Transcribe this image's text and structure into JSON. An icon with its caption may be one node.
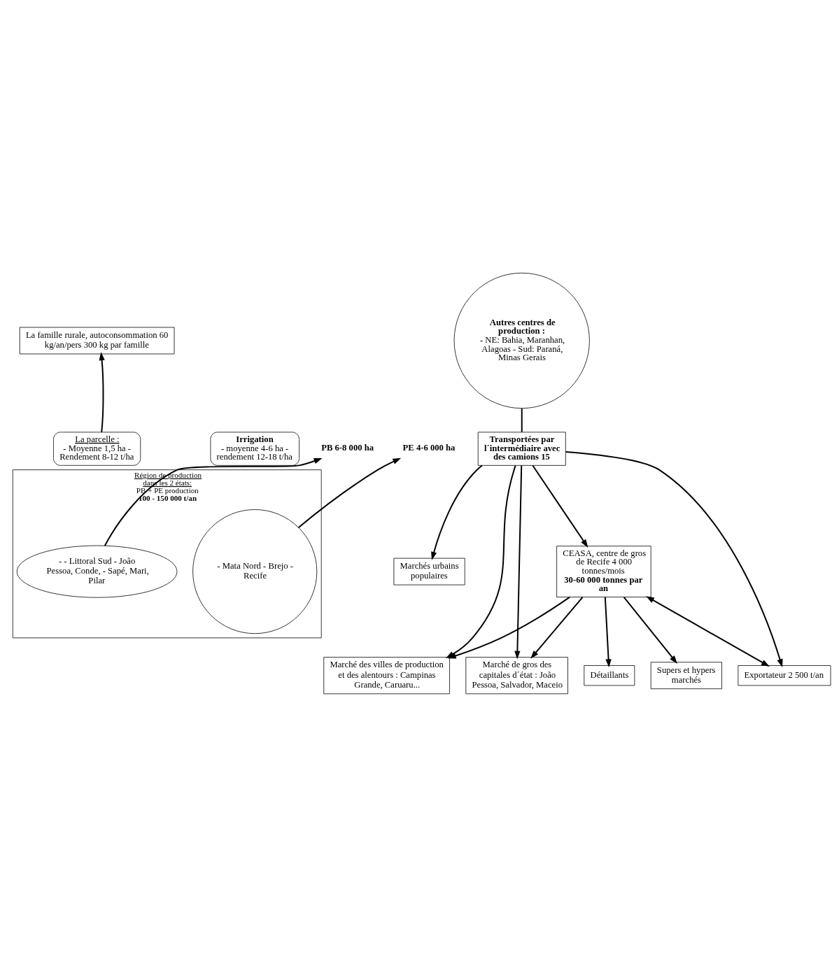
{
  "diagram": {
    "nodes": [
      {
        "text": [
          "La famille rurale, autoconsommation 60 kg/an/pers 300 kg par famille"
        ]
      },
      {
        "text": [
          "La parcelle :",
          "- Moyenne 1,5 ha - Rendement 8-12 t/ha"
        ]
      },
      {
        "text": [
          "Irrigation",
          "- moyenne 4-6 ha - rendement 12-18 t/ha"
        ]
      },
      {
        "text": [
          "PB 6-8 000 ha"
        ]
      },
      {
        "text": [
          "PE 4-6 000 ha"
        ]
      },
      {
        "text": [
          "Région de production dans les 2 états:",
          "PB + PE production",
          "100 - 150 000 t/an"
        ]
      },
      {
        "text": [
          "- - Littoral Sud - João Pessoa, Conde, - Sapé, Mari, Pilar"
        ],
        "in": 5
      },
      {
        "text": [
          "- Mata Nord - Brejo - Recife"
        ],
        "in": 5
      },
      {
        "text": [
          "Autres centres de production :",
          "- NE: Bahia, Maranhan, Alagoas - Sud: Paraná, Minas Gerais"
        ]
      },
      {
        "text": [
          "Transportées par l´intermédiaire avec des camions 15"
        ]
      },
      {
        "text": [
          "Marché des villes de production et des alentours : Campinas Grande, Caruaru..."
        ]
      },
      {
        "text": [
          "Marchés urbains populaires"
        ]
      },
      {
        "text": [
          "Marché de gros des capitales d´état : João Pessoa, Salvador, Maceio"
        ]
      },
      {
        "text": [
          "Supers et hypers marchés"
        ]
      },
      {
        "text": [
          "Exportateur 2 500 t/an"
        ]
      },
      {
        "text": [
          "Détaillants"
        ]
      },
      {
        "text": [
          "CEASA, centre de gros de Recife 4 000 tonnes/mois",
          "30-60 000 tonnes par an"
        ]
      }
    ],
    "edges": [
      {
        "from": 1,
        "to": 0,
        "arrow": "to"
      },
      {
        "from": 6,
        "to": 3,
        "arrow": "to"
      },
      {
        "from": 7,
        "to": 4,
        "arrow": "to"
      },
      {
        "from": 8,
        "to": 9,
        "arrow": "none"
      },
      {
        "from": 9,
        "to": 11,
        "arrow": "to"
      },
      {
        "from": 9,
        "to": 10,
        "arrow": "to"
      },
      {
        "from": 9,
        "to": 12,
        "arrow": "to"
      },
      {
        "from": 9,
        "to": 14,
        "arrow": "to"
      },
      {
        "from": 9,
        "to": 16,
        "arrow": "to"
      },
      {
        "from": 16,
        "to": 13,
        "arrow": "to"
      },
      {
        "from": 16,
        "to": 15,
        "arrow": "to"
      },
      {
        "from": 16,
        "to": 10,
        "arrow": "to"
      },
      {
        "from": 16,
        "to": 12,
        "arrow": "to"
      },
      {
        "from": 16,
        "to": 14,
        "arrow": "both"
      }
    ]
  }
}
